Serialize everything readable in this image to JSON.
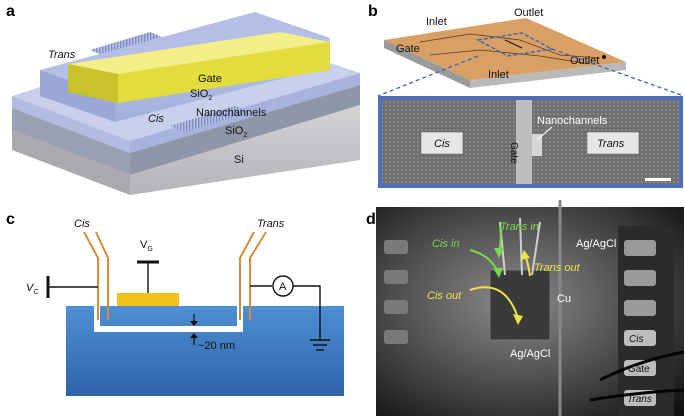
{
  "panels": {
    "a": {
      "letter": "a",
      "labels": {
        "trans": "Trans",
        "gate": "Gate",
        "sio2_top": "SiO",
        "sio2_top_sub": "2",
        "cis": "Cis",
        "nanochannels": "Nanochannels",
        "sio2_bottom": "SiO",
        "sio2_bottom_sub": "2",
        "si": "Si"
      }
    },
    "b": {
      "letter": "b",
      "labels": {
        "inlet_top": "Inlet",
        "outlet_top": "Outlet",
        "gate": "Gate",
        "inlet_bottom": "Inlet",
        "outlet_bottom": "Outlet",
        "cis": "Cis",
        "gate_vertical": "Gate",
        "nanochannels": "Nanochannels",
        "trans": "Trans"
      }
    },
    "c": {
      "letter": "c",
      "labels": {
        "cis": "Cis",
        "trans": "Trans",
        "vg": "V",
        "vg_sub": "G",
        "vc": "V",
        "vc_sub": "C",
        "ammeter": "A",
        "gap": "~20 nm"
      }
    },
    "d": {
      "letter": "d",
      "labels": {
        "trans_in": "Trans in",
        "cis_in": "Cis in",
        "ag_agcl_top": "Ag/AgCl",
        "trans_out": "Trans out",
        "cis_out": "Cis out",
        "cu": "Cu",
        "ag_agcl_bottom": "Ag/AgCl",
        "cis_pin": "Cis",
        "gate_pin": "Gate",
        "trans_pin": "Trans"
      }
    }
  },
  "colors": {
    "gate_yellow": "#e8e34a",
    "oxide_blue": "#a9b7e0",
    "silicon_gray": "#c9c9cc",
    "chip_orange": "#d9a066",
    "electrolyte_blue": "#3e7cc4",
    "wire_orange": "#d98a3a",
    "inset_border": "#4d6fb8",
    "photo_green": "#7bd84a",
    "photo_yellow": "#f2e24a"
  }
}
